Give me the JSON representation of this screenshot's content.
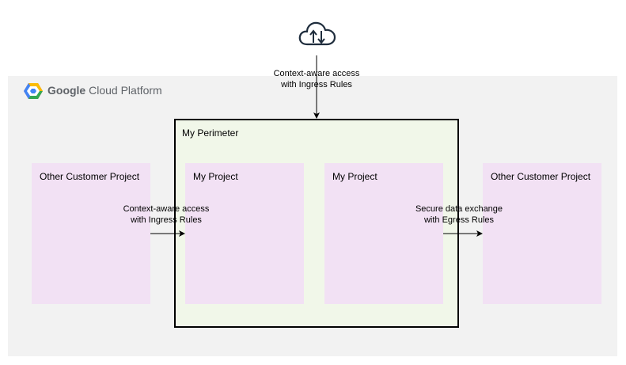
{
  "platform": {
    "brand": "Google",
    "title": "Cloud Platform",
    "logo_icon": "google-cloud-logo-icon"
  },
  "internet_icon": "cloud-upload-download-icon",
  "perimeter": {
    "label": "My Perimeter"
  },
  "projects": {
    "left_customer": "Other Customer Project",
    "my_project_1": "My Project",
    "my_project_2": "My Project",
    "right_customer": "Other Customer Project"
  },
  "edges": {
    "top_ingress": {
      "line1": "Context-aware access",
      "line2": "with Ingress Rules"
    },
    "left_ingress": {
      "line1": "Context-aware access",
      "line2": "with Ingress Rules"
    },
    "right_egress": {
      "line1": "Secure data exchange",
      "line2": "with Egress Rules"
    }
  },
  "colors": {
    "platform_bg": "#f2f2f2",
    "perimeter_bg": "#f1f7e9",
    "project_bg": "#f2e1f4"
  }
}
